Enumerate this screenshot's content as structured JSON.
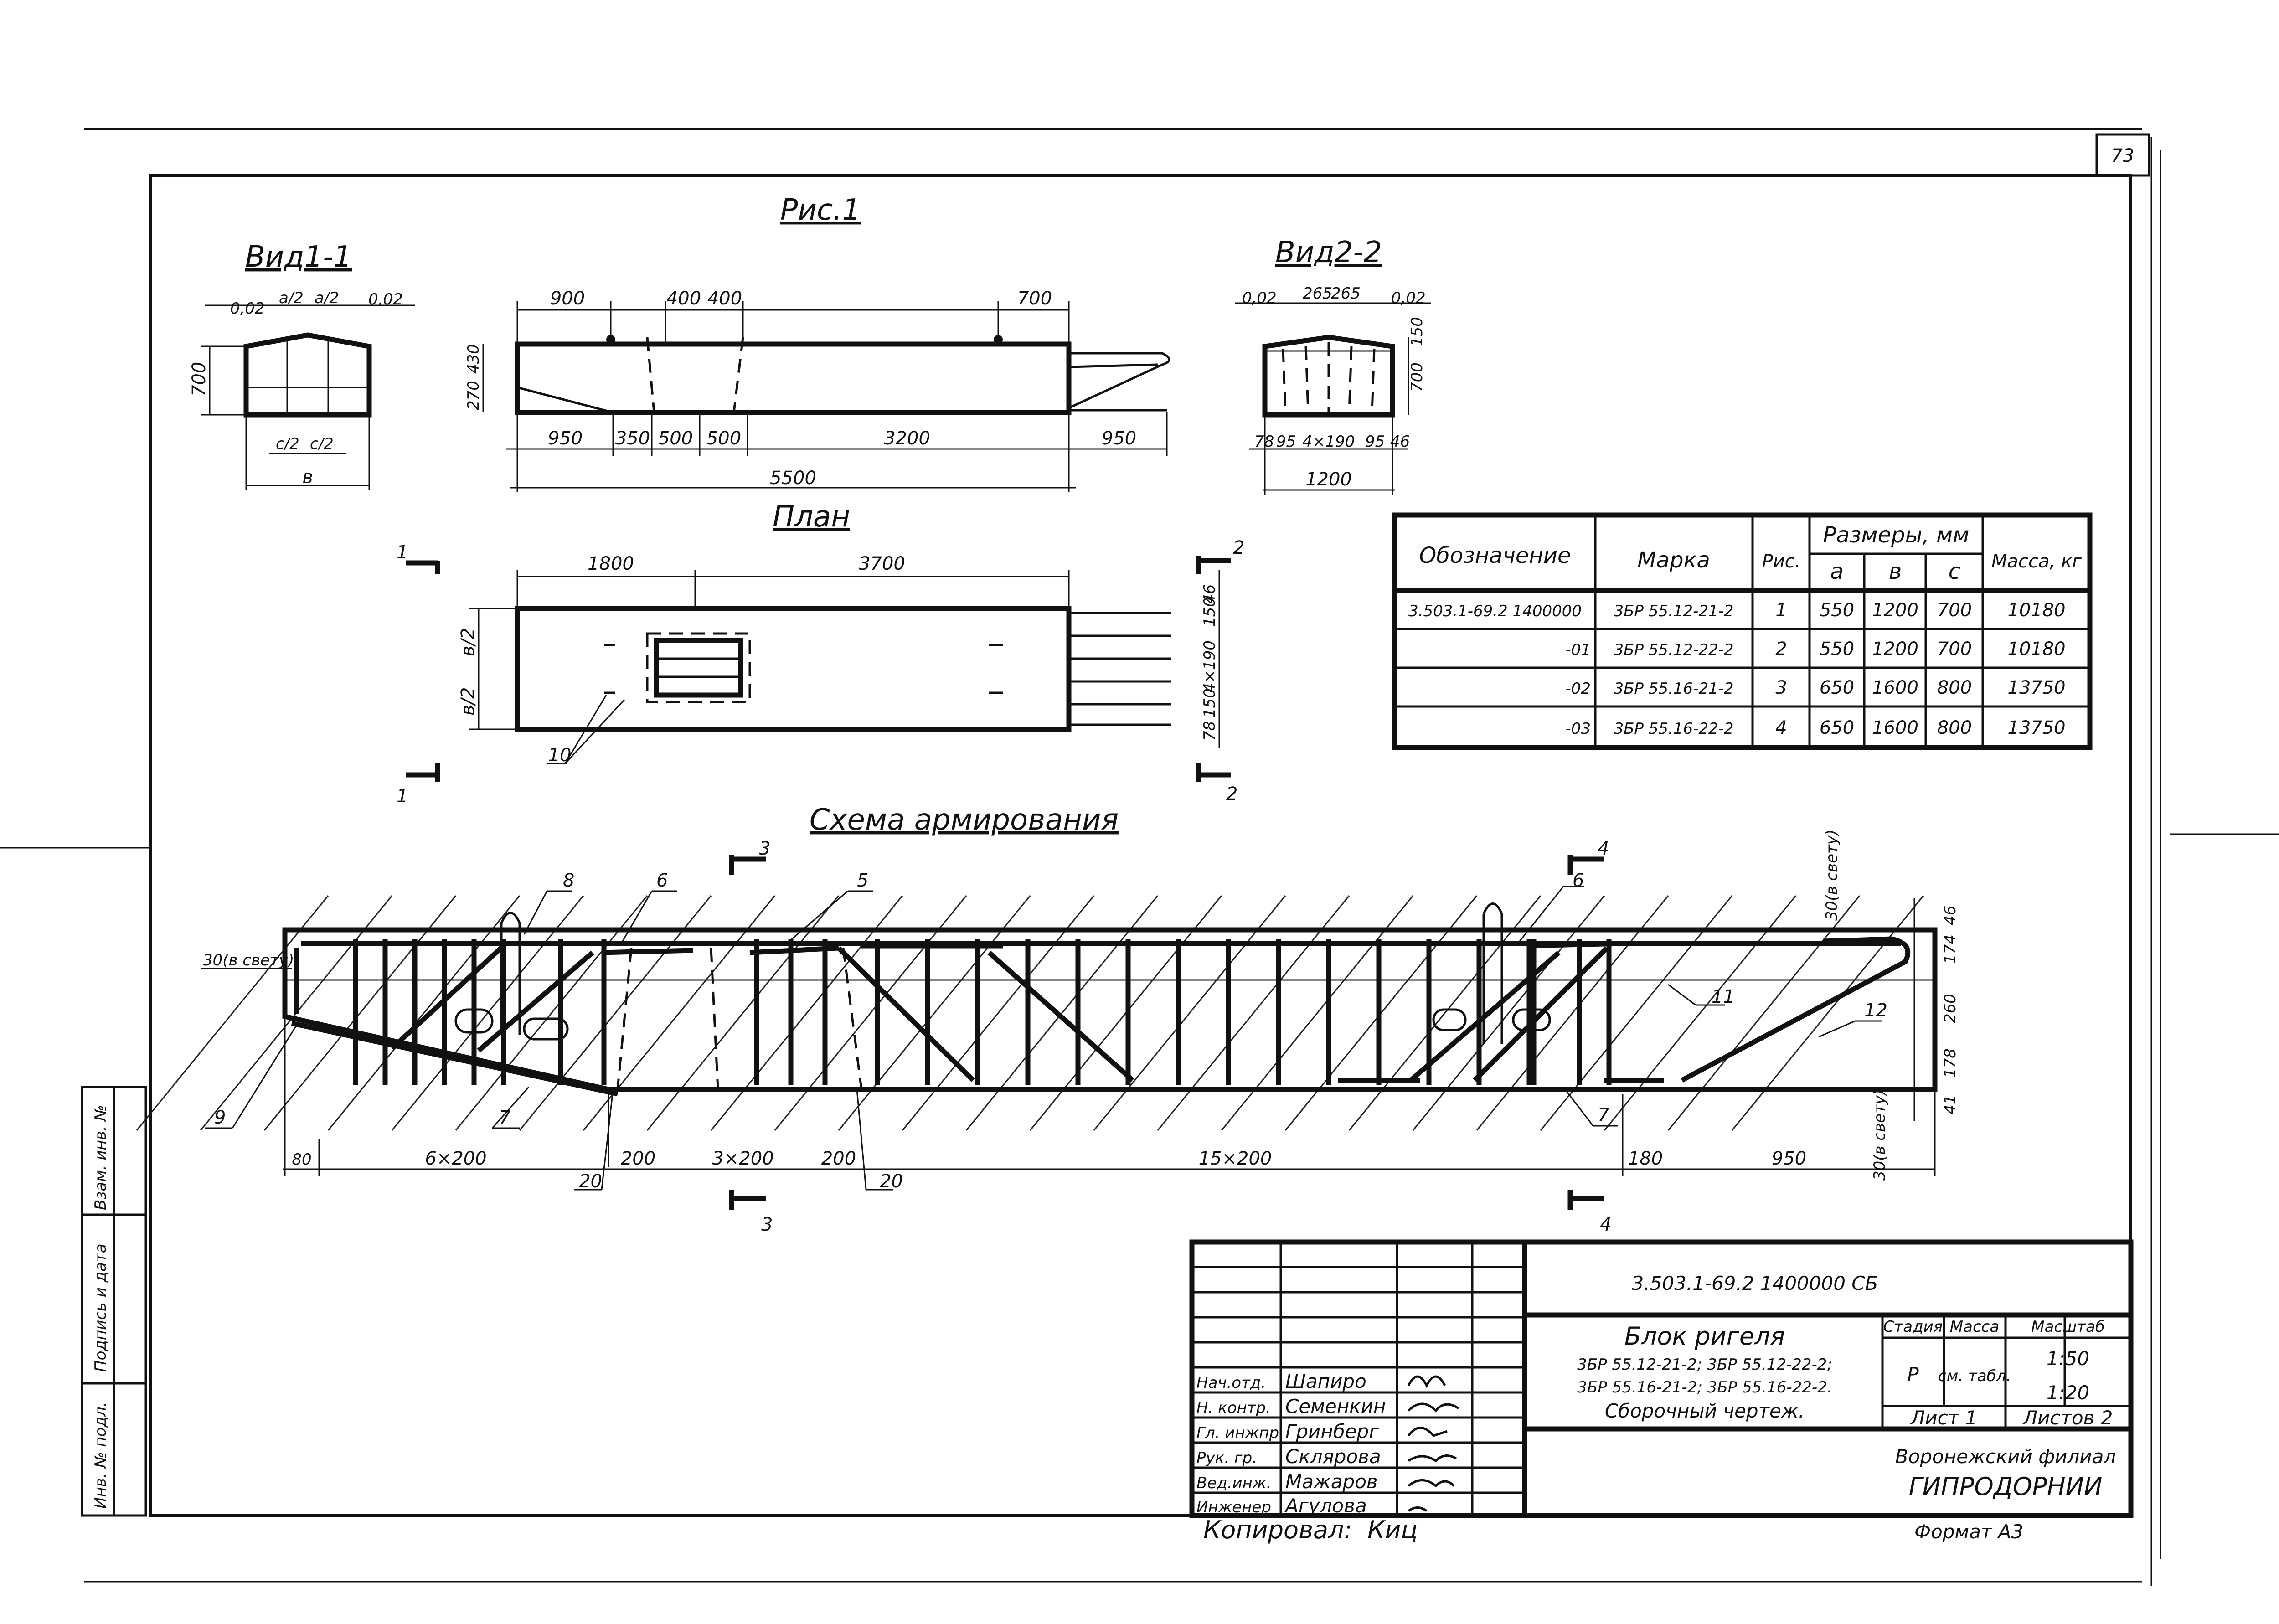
{
  "page_number": "73",
  "titles": {
    "fig": "Рис.1",
    "view1": "Вид1-1",
    "view2": "Вид2-2",
    "plan": "План",
    "scheme": "Схема армирования"
  },
  "view1_dims": {
    "d1": "0,02",
    "d2": "a/2",
    "d3": "a/2",
    "d4": "0,02",
    "height": "700",
    "c1": "c/2",
    "c2": "c/2",
    "width": "в"
  },
  "elevation_dims": {
    "top": [
      "900",
      "400",
      "400",
      "700"
    ],
    "left": [
      "270",
      "430"
    ],
    "bottom": [
      "950",
      "350",
      "500",
      "500",
      "3200",
      "950"
    ],
    "total": "5500"
  },
  "view2_dims": {
    "d1": "0,02",
    "d2": "265",
    "d3": "265",
    "d4": "0,02",
    "h1": "700",
    "h2": "150",
    "bot": [
      "78",
      "95",
      "4×190",
      "95",
      "46"
    ],
    "width": "1200"
  },
  "plan_dims": {
    "top": [
      "1800",
      "3700"
    ],
    "left": [
      "в/2",
      "в/2"
    ],
    "right": [
      "46",
      "150",
      "4×190",
      "150",
      "78"
    ],
    "callout": "10",
    "sec1": "1",
    "sec2": "2"
  },
  "table": {
    "headers": {
      "designation": "Обозначение",
      "mark": "Марка",
      "fig": "Рис.",
      "sizes": "Размеры, мм",
      "a": "а",
      "b": "в",
      "c": "с",
      "mass": "Масса, кг"
    },
    "rows": [
      {
        "designation": "3.503.1-69.2 1400000",
        "mark": "3БР 55.12-21-2",
        "fig": "1",
        "a": "550",
        "b": "1200",
        "c": "700",
        "mass": "10180"
      },
      {
        "designation": "-01",
        "mark": "3БР 55.12-22-2",
        "fig": "2",
        "a": "550",
        "b": "1200",
        "c": "700",
        "mass": "10180"
      },
      {
        "designation": "-02",
        "mark": "3БР 55.16-21-2",
        "fig": "3",
        "a": "650",
        "b": "1600",
        "c": "800",
        "mass": "13750"
      },
      {
        "designation": "-03",
        "mark": "3БР 55.16-22-2",
        "fig": "4",
        "a": "650",
        "b": "1600",
        "c": "800",
        "mass": "13750"
      }
    ]
  },
  "scheme": {
    "callouts": [
      "8",
      "6",
      "5",
      "6",
      "11",
      "12",
      "9",
      "7",
      "7",
      "20",
      "20"
    ],
    "sections": [
      "3",
      "3",
      "4",
      "4"
    ],
    "left_note": "30(в свету)",
    "right_note_top": "30(в свету)",
    "right_note_bot": "30(в свету)",
    "right_dims": [
      "46",
      "174",
      "260",
      "178",
      "41"
    ],
    "bottom_dims": [
      "80",
      "6×200",
      "200",
      "3×200",
      "200",
      "15×200",
      "180",
      "950"
    ]
  },
  "stamp": {
    "code": "3.503.1-69.2 1400000 СБ",
    "name_line1": "Блок ригеля",
    "name_line2": "3БР 55.12-21-2; 3БР 55.12-22-2;",
    "name_line3": "3БР 55.16-21-2; 3БР 55.16-22-2.",
    "name_line4": "Сборочный чертеж.",
    "stage_h": "Стадия",
    "mass_h": "Масса",
    "scale_h": "Масштаб",
    "stage": "Р",
    "mass": "см. табл.",
    "scale1": "1:50",
    "scale2": "1:20",
    "sheet": "Лист 1",
    "sheets": "Листов 2",
    "org1": "Воронежский филиал",
    "org2": "ГИПРОДОРНИИ",
    "people": [
      {
        "role": "Нач.отд.",
        "name": "Шапиро"
      },
      {
        "role": "Н. контр.",
        "name": "Семенкин"
      },
      {
        "role": "Гл. инжпр",
        "name": "Гринберг"
      },
      {
        "role": "Рук. гр.",
        "name": "Склярова"
      },
      {
        "role": "Вед.инж.",
        "name": "Мажаров"
      },
      {
        "role": "Инженер",
        "name": "Агулова"
      }
    ],
    "copied": "Копировал:",
    "copied_sign": "Киц",
    "format": "Формат А3"
  },
  "side_labels": {
    "l1": "Инв. № подл.",
    "l2": "Подпись и дата",
    "l3": "Взам. инв. №"
  }
}
